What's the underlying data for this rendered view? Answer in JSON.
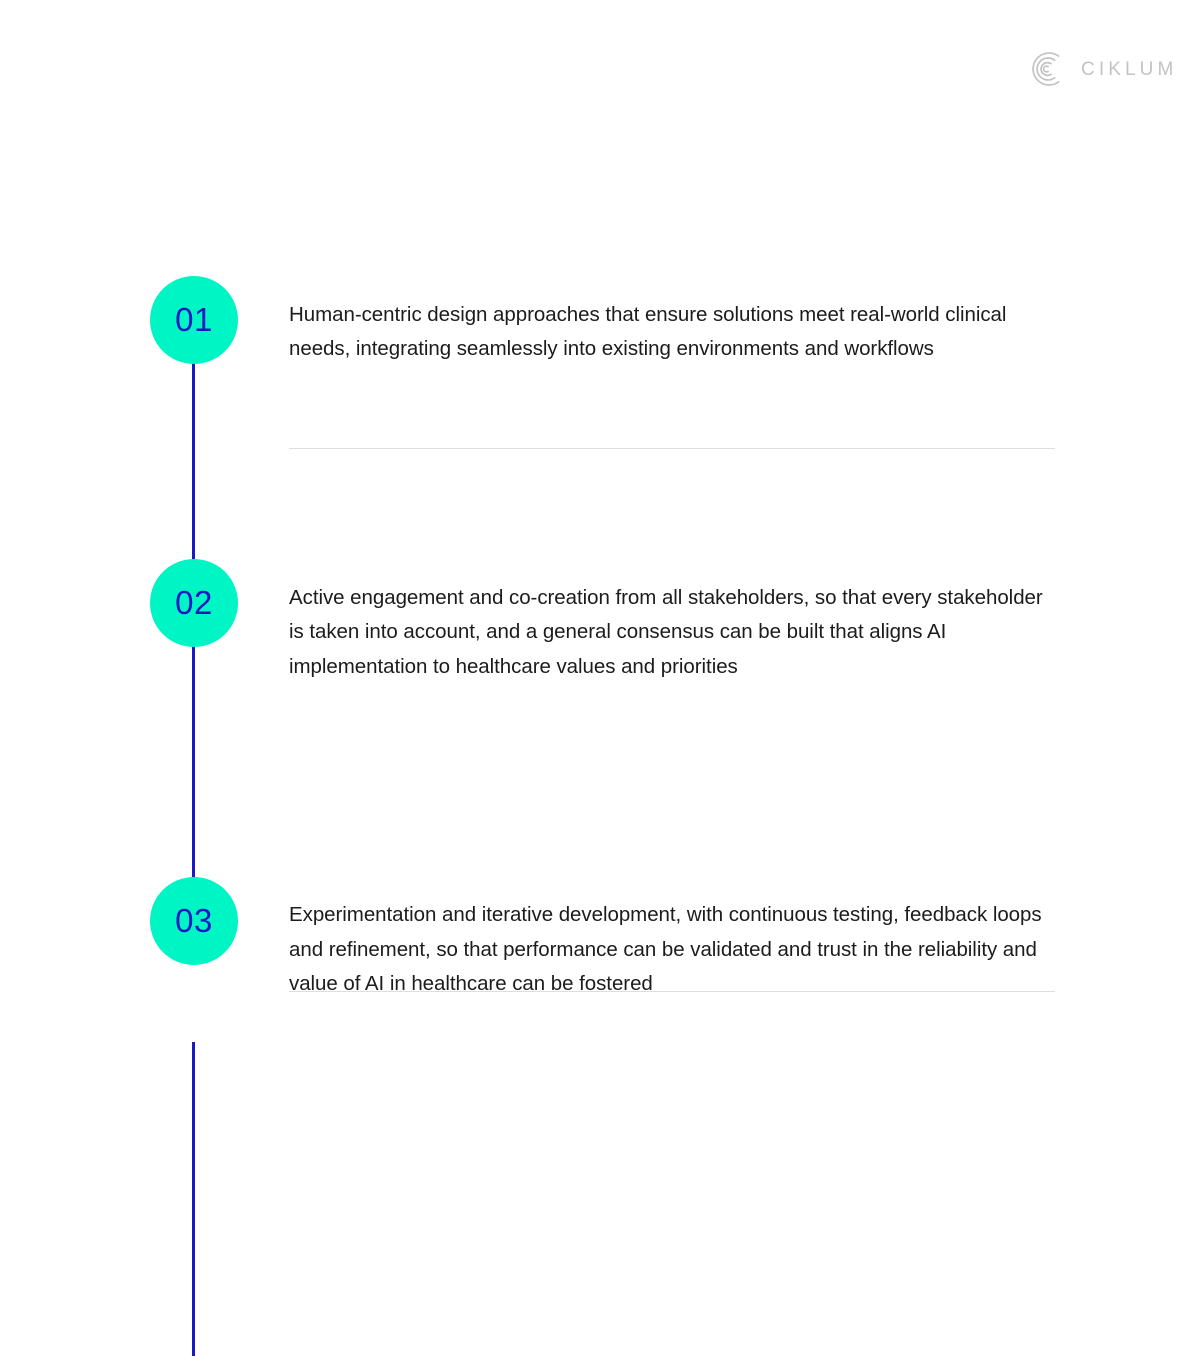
{
  "brand": {
    "name": "CIKLUM",
    "mark_icon": "ciklum-concentric-c-logo",
    "mark_color": "#c3c3c6",
    "word_color": "#c3c3c6"
  },
  "theme": {
    "background": "#ffffff",
    "bullet_fill": "#00f5c4",
    "bullet_text": "#1a19c4",
    "spine": "#1a19c4",
    "divider": "#dedede",
    "body_text": "#1c1c1c"
  },
  "timeline": {
    "steps": [
      {
        "number": "01",
        "text": "Human-centric design approaches that ensure solutions meet real-world clinical needs, integrating seamlessly into existing environments and workflows",
        "has_divider_below": true
      },
      {
        "number": "02",
        "text": "Active engagement and co-creation from all stakeholders, so that every stakeholder is taken into account, and a general consensus can be built that aligns AI implementation to healthcare values and priorities",
        "has_divider_below": true
      },
      {
        "number": "03",
        "text": "Experimentation and iterative development, with continuous testing, feedback loops and refinement, so that performance can be validated and trust in the reliability and value of AI in healthcare can be fostered",
        "has_divider_below": false
      }
    ]
  }
}
